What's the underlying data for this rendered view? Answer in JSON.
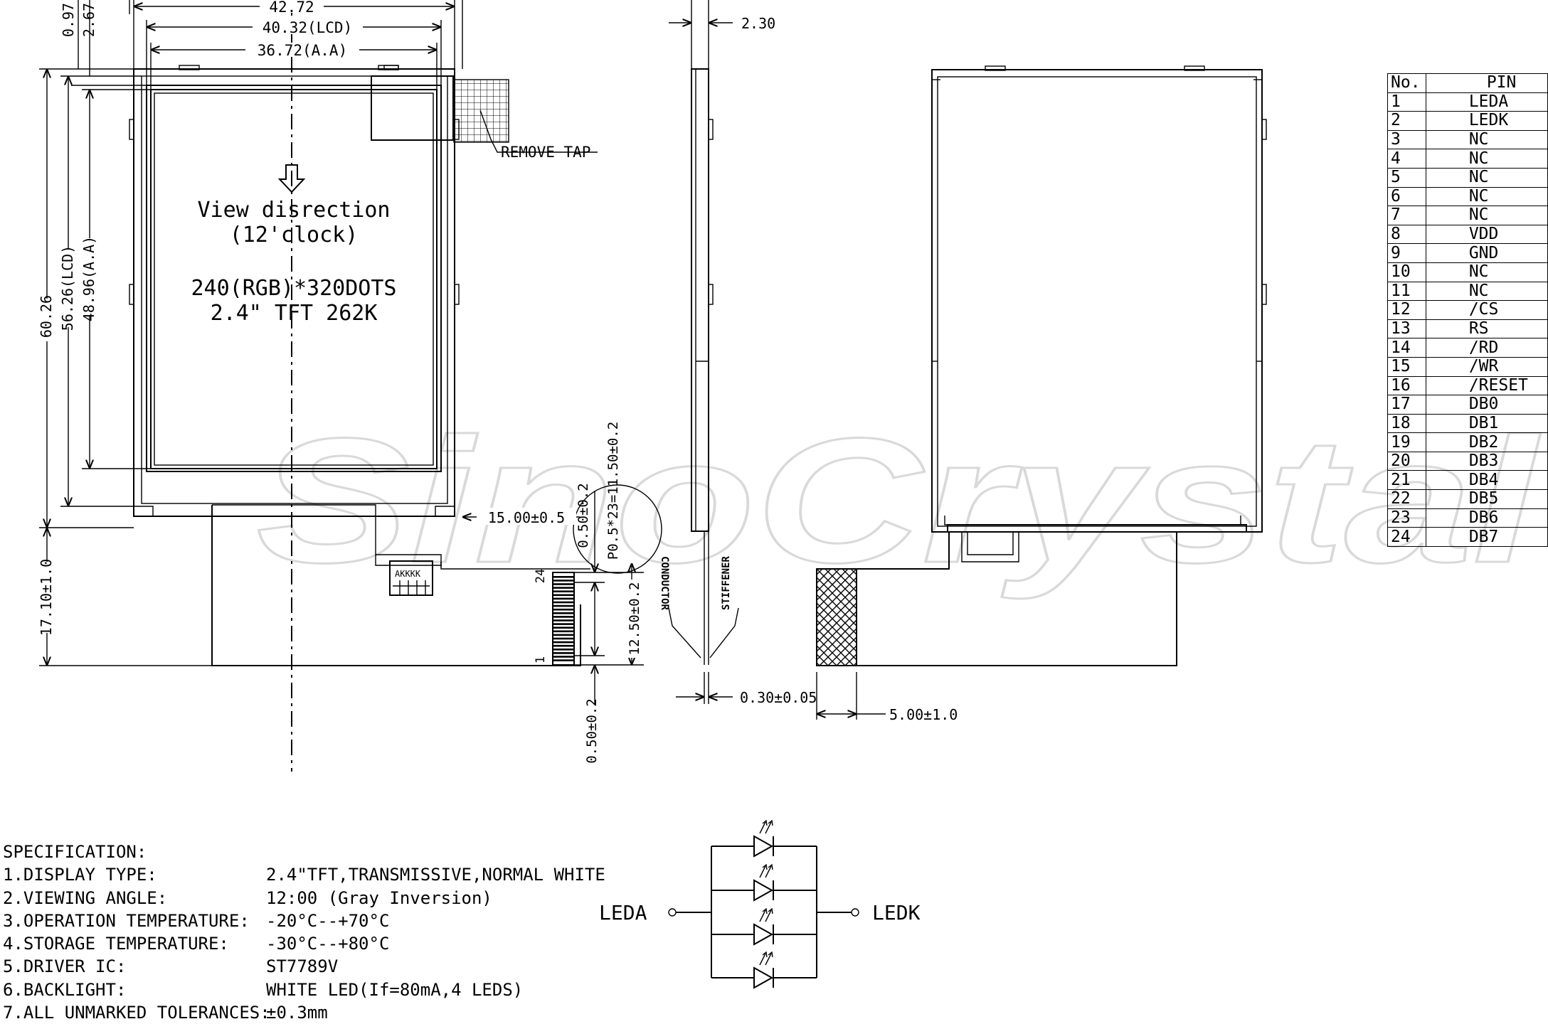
{
  "front_view": {
    "dims": {
      "overall_width": "42.72",
      "lcd_width": "40.32(LCD)",
      "aa_width": "36.72(A.A)",
      "top_margin_1": "0.97",
      "top_margin_2": "2.67",
      "overall_height": "60.26",
      "lcd_height": "56.26(LCD)",
      "aa_height": "48.96(A.A)",
      "fpc_length": "17.10±1.0",
      "fpc_offset": "15.00±0.5",
      "pad_top": "0.50±0.2",
      "pitch": "P0.5*23=11.50±0.2",
      "pad_span": "12.50±0.2",
      "pad_bottom": "0.50±0.2"
    },
    "remove_tap": "REMOVE TAP",
    "view_direction": "View disrection",
    "clock": "(12'clock)",
    "resolution": "240(RGB)*320DOTS",
    "panel_type": "2.4\" TFT 262K",
    "fpc_mark": "AKKKK",
    "pin_24": "24",
    "pin_1": "1"
  },
  "side_view": {
    "thickness": "2.30",
    "conductor": "CONDUCTOR",
    "stiffener": "STIFFENER",
    "fpc_thickness": "0.30±0.05"
  },
  "back_view": {
    "stiffener_width": "5.00±1.0"
  },
  "watermark": "SinoCrystal",
  "pin_table": {
    "header_no": "No.",
    "header_pin": "PIN",
    "rows": [
      {
        "no": "1",
        "pin": "LEDA"
      },
      {
        "no": "2",
        "pin": "LEDK"
      },
      {
        "no": "3",
        "pin": "NC"
      },
      {
        "no": "4",
        "pin": "NC"
      },
      {
        "no": "5",
        "pin": "NC"
      },
      {
        "no": "6",
        "pin": "NC"
      },
      {
        "no": "7",
        "pin": "NC"
      },
      {
        "no": "8",
        "pin": "VDD"
      },
      {
        "no": "9",
        "pin": "GND"
      },
      {
        "no": "10",
        "pin": "NC"
      },
      {
        "no": "11",
        "pin": "NC"
      },
      {
        "no": "12",
        "pin": "/CS"
      },
      {
        "no": "13",
        "pin": "RS"
      },
      {
        "no": "14",
        "pin": "/RD"
      },
      {
        "no": "15",
        "pin": "/WR"
      },
      {
        "no": "16",
        "pin": "/RESET"
      },
      {
        "no": "17",
        "pin": "DB0"
      },
      {
        "no": "18",
        "pin": "DB1"
      },
      {
        "no": "19",
        "pin": "DB2"
      },
      {
        "no": "20",
        "pin": "DB3"
      },
      {
        "no": "21",
        "pin": "DB4"
      },
      {
        "no": "22",
        "pin": "DB5"
      },
      {
        "no": "23",
        "pin": "DB6"
      },
      {
        "no": "24",
        "pin": "DB7"
      }
    ]
  },
  "spec": {
    "title": "SPECIFICATION:",
    "items": [
      {
        "key": "1.DISPLAY TYPE:",
        "value": "2.4\"TFT,TRANSMISSIVE,NORMAL WHITE"
      },
      {
        "key": "2.VIEWING ANGLE:",
        "value": "12:00 (Gray Inversion)"
      },
      {
        "key": "3.OPERATION TEMPERATURE:",
        "value": "-20°C--+70°C"
      },
      {
        "key": "4.STORAGE TEMPERATURE:",
        "value": "-30°C--+80°C"
      },
      {
        "key": "5.DRIVER IC:",
        "value": "ST7789V"
      },
      {
        "key": "6.BACKLIGHT:",
        "value": "WHITE LED(If=80mA,4 LEDS)"
      },
      {
        "key": "7.ALL UNMARKED TOLERANCES:",
        "value": "±0.3mm"
      }
    ]
  },
  "circuit": {
    "anode": "LEDA",
    "cathode": "LEDK"
  }
}
